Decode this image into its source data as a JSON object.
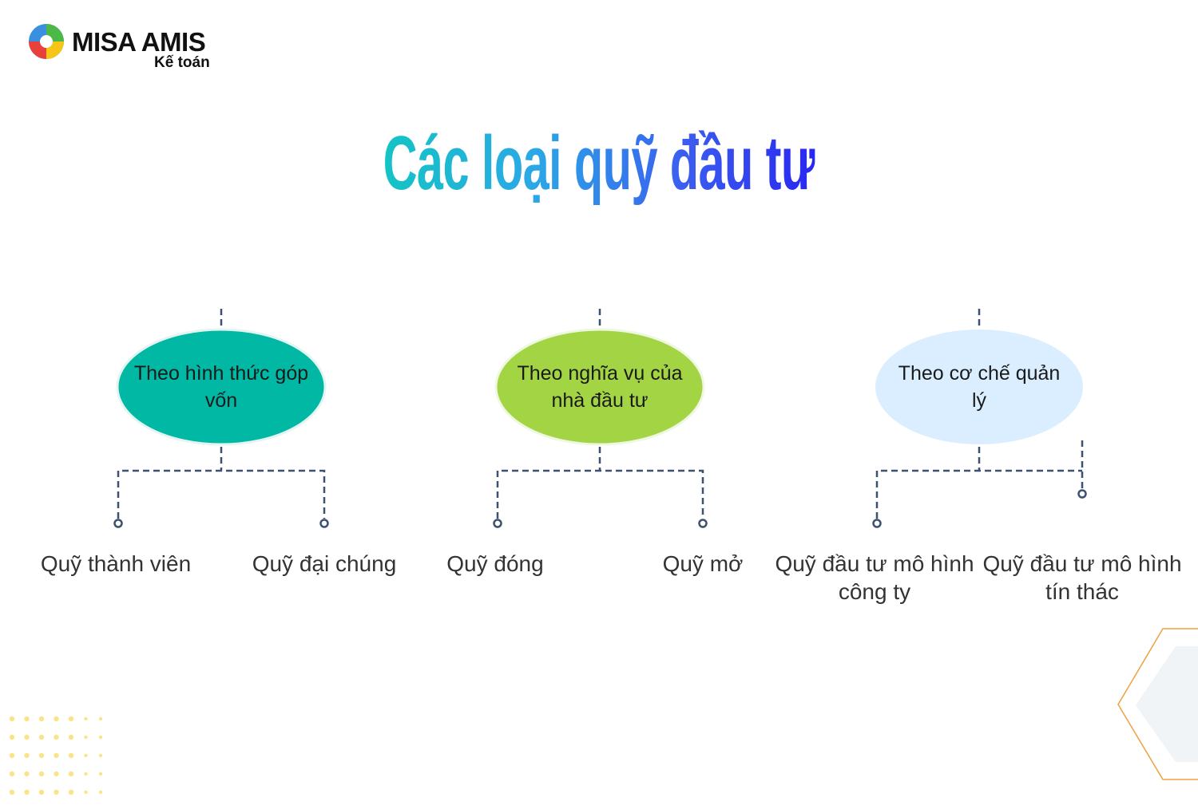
{
  "logo": {
    "brand": "MISA AMIS",
    "product": "Kế toán"
  },
  "title": "Các loại quỹ đầu tư",
  "colors": {
    "node1": "#00b8a4",
    "node2": "#a3d444",
    "node3": "#dbeeff",
    "connector": "#3d5170",
    "hex_outline": "#f0a040",
    "dots": "#fbe38a"
  },
  "groups": [
    {
      "label": "Theo hình thức góp vốn",
      "children": [
        "Quỹ thành viên",
        "Quỹ đại chúng"
      ]
    },
    {
      "label": "Theo nghĩa vụ của nhà đầu tư",
      "children": [
        "Quỹ đóng",
        "Quỹ mở"
      ]
    },
    {
      "label": "Theo cơ chế quản lý",
      "children": [
        "Quỹ đầu tư mô hình công ty",
        "Quỹ đầu tư mô hình tín thác"
      ]
    }
  ]
}
